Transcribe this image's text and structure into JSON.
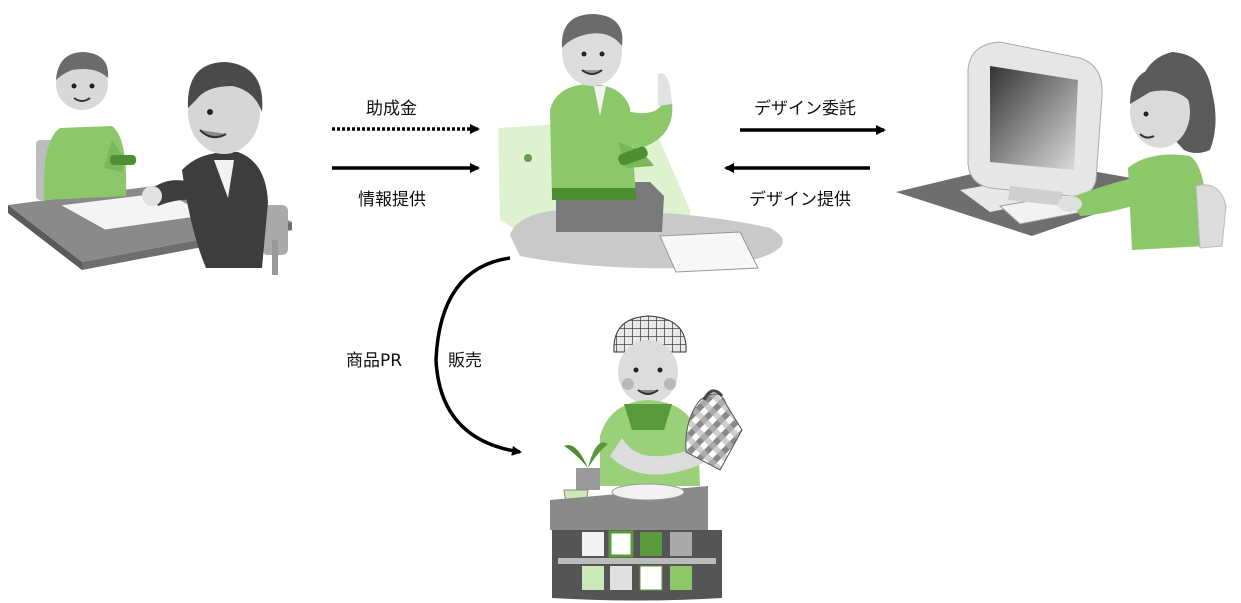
{
  "labels": {
    "subsidy": "助成金",
    "info": "情報提供",
    "design_commission": "デザイン委託",
    "design_provide": "デザイン提供",
    "product_pr": "商品PR",
    "sales": "販売"
  },
  "colors": {
    "green": "#8cc86a",
    "dark_green": "#5a9a3c",
    "gray": "#9a9a9a",
    "dark_gray": "#3a3a3a",
    "black": "#000000"
  },
  "icons": {
    "consultation": "meeting-people-icon",
    "business_owner": "pointing-man-icon",
    "designer": "computer-designer-icon",
    "shop": "shopkeeper-icon"
  }
}
